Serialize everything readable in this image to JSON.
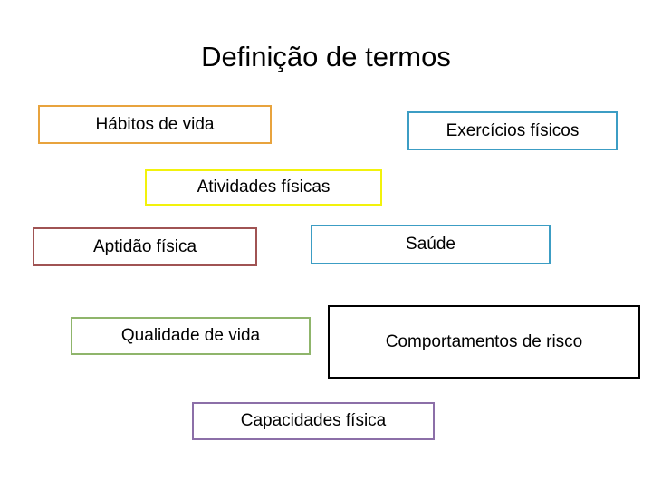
{
  "slide": {
    "title": "Definição de termos",
    "background": "#ffffff",
    "boxes": [
      {
        "id": "habitos",
        "label": "Hábitos de vida",
        "border_color": "#E8A33D"
      },
      {
        "id": "exercicios",
        "label": "Exercícios físicos",
        "border_color": "#3C9DC4"
      },
      {
        "id": "atividades",
        "label": "Atividades físicas",
        "border_color": "#F2F20C"
      },
      {
        "id": "aptidao",
        "label": "Aptidão física",
        "border_color": "#A05353"
      },
      {
        "id": "saude",
        "label": "Saúde",
        "border_color": "#3C9DC4"
      },
      {
        "id": "qualidade",
        "label": "Qualidade de vida",
        "border_color": "#8FB56B"
      },
      {
        "id": "comportamentos",
        "label": "Comportamentos de risco",
        "border_color": "#000000"
      },
      {
        "id": "capacidades",
        "label": "Capacidades física",
        "border_color": "#8C6FA8"
      }
    ]
  }
}
